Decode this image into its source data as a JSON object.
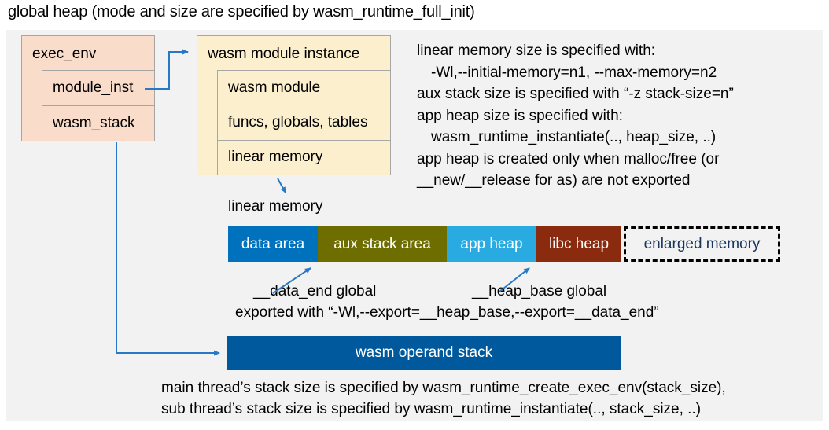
{
  "title": "global heap (mode and size are specified by wasm_runtime_full_init)",
  "colors": {
    "diagram_bg": "#F2F2F2",
    "arrow": "#2779C6",
    "box_border": "#A6A6A6",
    "exec_env_fill": "#FADCCB",
    "instance_fill": "#FCEFCE"
  },
  "exec_env_box": {
    "header": "exec_env",
    "rows": [
      "module_inst",
      "wasm_stack"
    ]
  },
  "instance_box": {
    "header": "wasm module instance",
    "rows": [
      "wasm module",
      "funcs, globals, tables",
      "linear memory"
    ]
  },
  "notes_top": [
    {
      "text": "linear memory size is specified with:",
      "indent": false
    },
    {
      "text": "-Wl,--initial-memory=n1, --max-memory=n2",
      "indent": true
    },
    {
      "text": "aux stack size is specified with “-z stack-size=n”",
      "indent": false
    },
    {
      "text": "app heap size is specified with:",
      "indent": false
    },
    {
      "text": "wasm_runtime_instantiate(.., heap_size, ..)",
      "indent": true
    },
    {
      "text": "app heap is created only when malloc/free (or",
      "indent": false
    },
    {
      "text": "__new/__release for as) are not exported",
      "indent": false
    }
  ],
  "linear_memory": {
    "label": "linear memory",
    "segments": [
      {
        "label": "data area",
        "fill": "#0071BC",
        "text": "#FFFFFF",
        "dashed": false
      },
      {
        "label": "aux stack area",
        "fill": "#6E6E00",
        "text": "#FFFFFF",
        "dashed": false
      },
      {
        "label": "app heap",
        "fill": "#29ABE2",
        "text": "#FFFFFF",
        "dashed": false
      },
      {
        "label": "libc heap",
        "fill": "#8A2B10",
        "text": "#FFFFFF",
        "dashed": false
      },
      {
        "label": "enlarged memory",
        "fill": "#F2F2F2",
        "text": "#17365D",
        "dashed": true
      }
    ]
  },
  "annotations": {
    "data_end_label": "__data_end global",
    "heap_base_label": "__heap_base global",
    "export_line": "exported with “-Wl,--export=__heap_base,--export=__data_end”"
  },
  "operand_stack": {
    "label": "wasm operand stack",
    "fill": "#00599C",
    "text": "#FFFFFF"
  },
  "notes_bottom": [
    "main thread’s stack size is specified by wasm_runtime_create_exec_env(stack_size),",
    "sub thread’s stack size is specified by wasm_runtime_instantiate(.., stack_size, ..)"
  ]
}
